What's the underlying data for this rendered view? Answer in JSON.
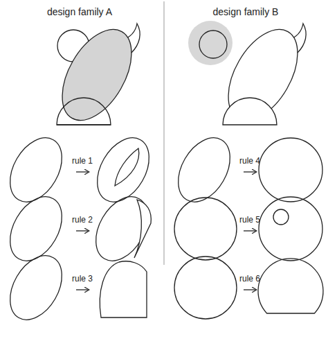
{
  "diagram": {
    "labels": [
      "design family A",
      "design family B",
      "rule 1",
      "rule 2",
      "rule 3",
      "rule 4",
      "rule 5",
      "rule 6"
    ]
  }
}
